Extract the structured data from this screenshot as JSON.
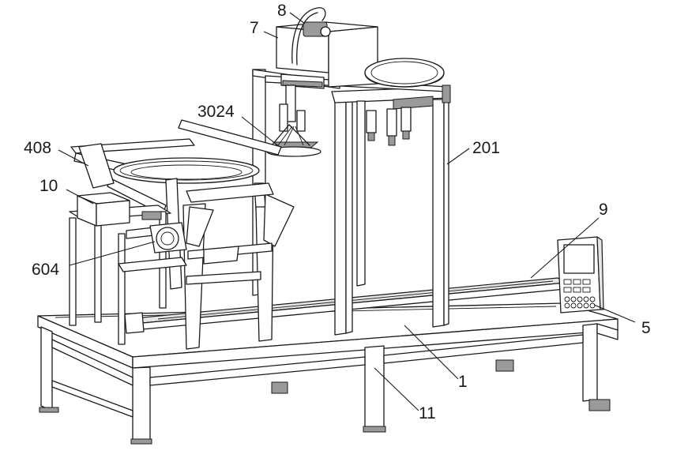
{
  "labels": {
    "l8": "8",
    "l7": "7",
    "l3024": "3024",
    "l408": "408",
    "l10": "10",
    "l604": "604",
    "l201": "201",
    "l9": "9",
    "l5": "5",
    "l1": "1",
    "l11": "11"
  }
}
